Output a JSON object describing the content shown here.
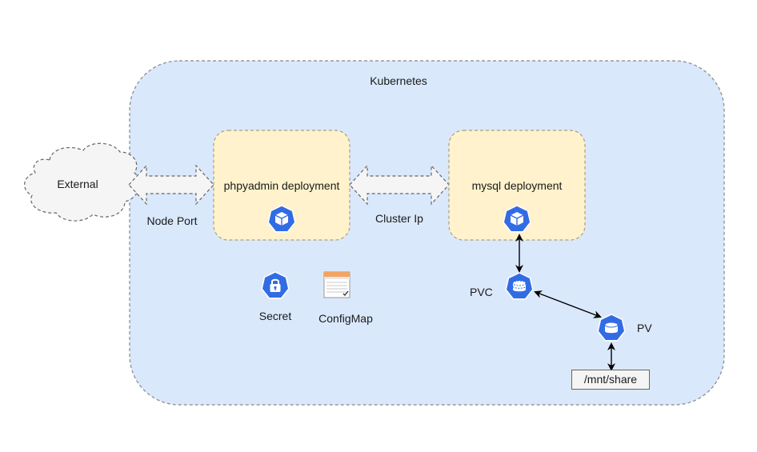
{
  "cluster": {
    "label": "Kubernetes",
    "fill": "#dae8fc"
  },
  "external": {
    "label": "External"
  },
  "links": {
    "node_port": "Node Port",
    "cluster_ip": "Cluster Ip"
  },
  "deployments": {
    "phpmyadmin": {
      "label": "phpyadmin deployment"
    },
    "mysql": {
      "label": "mysql deployment"
    },
    "fill": "#fff2cc"
  },
  "resources": {
    "secret": "Secret",
    "configmap": "ConfigMap",
    "pvc": "PVC",
    "pv": "PV",
    "mount_path": "/mnt/share"
  },
  "colors": {
    "k8s_icon": "#326ce5",
    "arrow": "#000000",
    "dashed": "#888888"
  }
}
